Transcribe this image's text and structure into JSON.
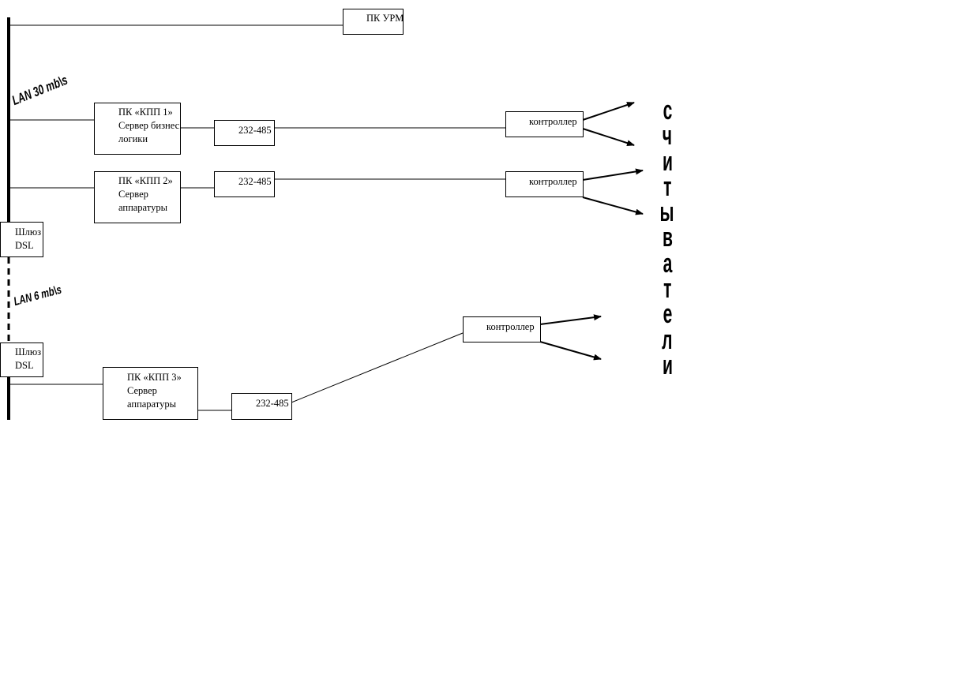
{
  "pk_urm": "ПК УРМ",
  "lan_30": "LAN 30 mb\\s",
  "lan_6": "LAN 6 mb\\s",
  "kpp1": {
    "line1": "ПК «КПП 1»",
    "line2": "Сервер бизнес",
    "line3": "логики"
  },
  "kpp2": {
    "line1": "ПК «КПП 2»",
    "line2": "Сервер",
    "line3": "аппаратуры"
  },
  "kpp3": {
    "line1": "ПК «КПП 3»",
    "line2": "Сервер",
    "line3": "аппаратуры"
  },
  "converter": "232-485",
  "controller": "контроллер",
  "gateway": {
    "line1": "Шлюз",
    "line2": "DSL"
  },
  "readers_letters": [
    "с",
    "ч",
    "и",
    "т",
    "ы",
    "в",
    "а",
    "т",
    "е",
    "л",
    "и"
  ]
}
